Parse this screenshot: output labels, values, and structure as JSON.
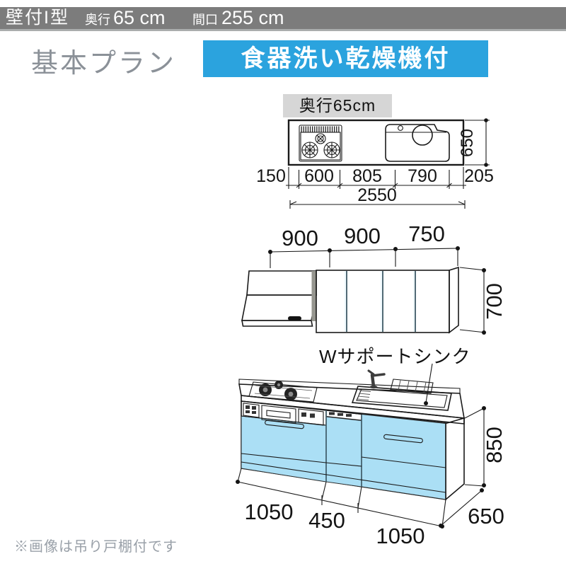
{
  "header": {
    "type": "壁付I型",
    "depth_label": "奥行",
    "depth_value": "65 cm",
    "width_label": "間口",
    "width_value": "255 cm"
  },
  "plan_title": "基本プラン",
  "feature_banner": "食器洗い乾燥機付",
  "top_view": {
    "depth_tag": "奥行65cm",
    "segment_dims": [
      "150",
      "600",
      "805",
      "790",
      "205"
    ],
    "total_dim": "2550",
    "depth_dim": "650"
  },
  "wall_view": {
    "width_dims": [
      "900",
      "900",
      "750"
    ],
    "height_dim": "700"
  },
  "sink_callout": "Wサポートシンク",
  "base_view": {
    "width_dims": [
      "1050",
      "450",
      "1050"
    ],
    "height_dim": "850",
    "depth_dim": "650"
  },
  "footnote": "※画像は吊り戸棚付です",
  "colors": {
    "accent_blue": "#2ba3de",
    "cabinet_blue": "#abdff5",
    "header_gray": "#7c7c7c",
    "label_gray": "#d6d6d6"
  }
}
